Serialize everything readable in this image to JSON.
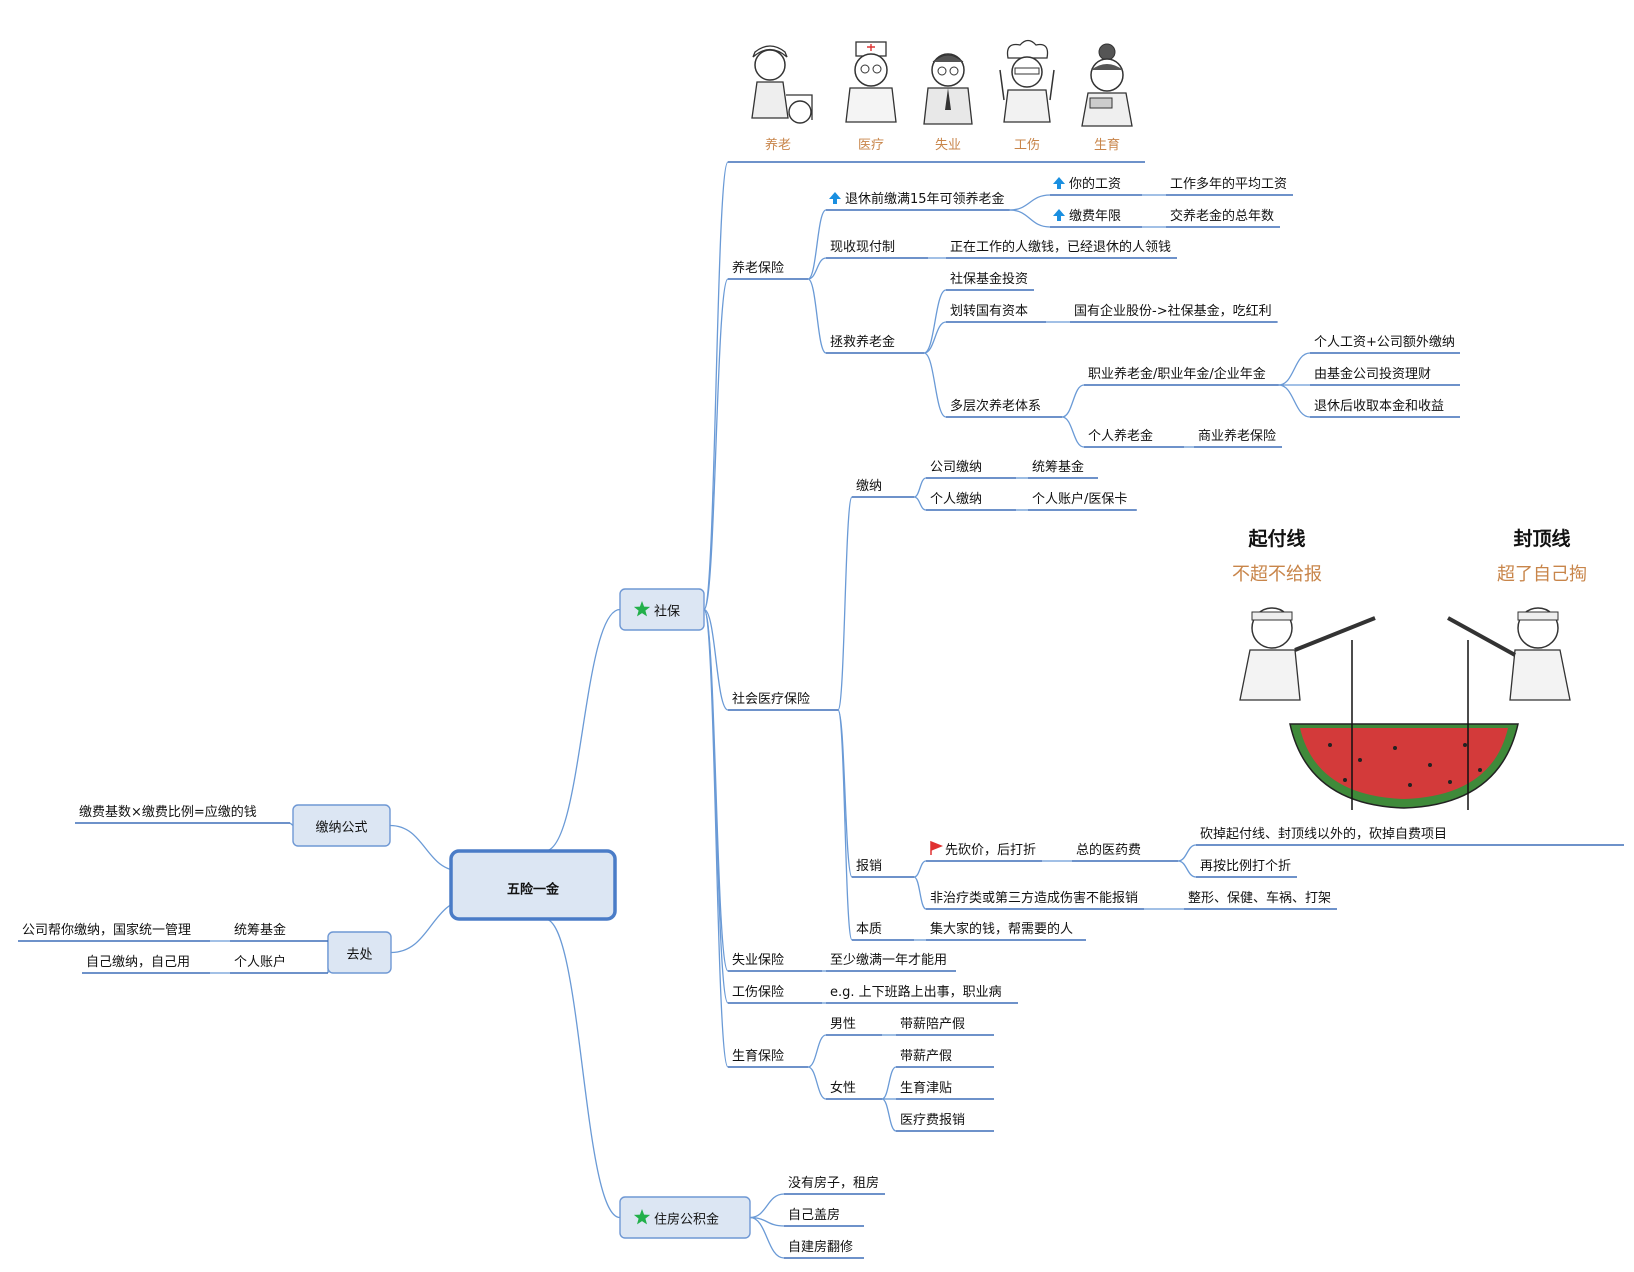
{
  "root": "五险一金",
  "formula_topic": {
    "label": "缴纳公式",
    "child": "缴费基数×缴费比例=应缴的钱"
  },
  "dest_topic": {
    "label": "去处",
    "items": [
      {
        "label": "统筹基金",
        "child": "公司帮你缴纳，国家统一管理"
      },
      {
        "label": "个人账户",
        "child": "自己缴纳，自己用"
      }
    ]
  },
  "shebao": {
    "label": "社保",
    "cartoon_labels": [
      "养老",
      "医疗",
      "失业",
      "工伤",
      "生育"
    ],
    "pension": {
      "label": "养老保险",
      "retire": {
        "label": "退休前缴满15年可领养老金",
        "items": [
          {
            "label": "你的工资",
            "child": "工作多年的平均工资"
          },
          {
            "label": "缴费年限",
            "child": "交养老金的总年数"
          }
        ]
      },
      "paygo": {
        "label": "现收现付制",
        "child": "正在工作的人缴钱，已经退休的人领钱"
      },
      "rescue": {
        "label": "拯救养老金",
        "fund_invest": "社保基金投资",
        "transfer": {
          "label": "划转国有资本",
          "child": "国有企业股份->社保基金，吃红利"
        },
        "multi": {
          "label": "多层次养老体系",
          "occupational": {
            "label": "职业养老金/职业年金/企业年金",
            "items": [
              "个人工资+公司额外缴纳",
              "由基金公司投资理财",
              "退休后收取本金和收益"
            ]
          },
          "personal": {
            "label": "个人养老金",
            "child": "商业养老保险"
          }
        }
      }
    },
    "medical": {
      "label": "社会医疗保险",
      "pay": {
        "label": "缴纳",
        "items": [
          {
            "label": "公司缴纳",
            "child": "统筹基金"
          },
          {
            "label": "个人缴纳",
            "child": "个人账户/医保卡"
          }
        ]
      },
      "illustration": {
        "start_title": "起付线",
        "start_sub": "不超不给报",
        "cap_title": "封顶线",
        "cap_sub": "超了自己掏"
      },
      "reimburse": {
        "label": "报销",
        "cut": {
          "label": "先砍价，后打折",
          "child": "总的医药费",
          "items": [
            "砍掉起付线、封顶线以外的，砍掉自费项目",
            "再按比例打个折"
          ]
        },
        "excluded": {
          "label": "非治疗类或第三方造成伤害不能报销",
          "child": "整形、保健、车祸、打架"
        }
      },
      "essence": {
        "label": "本质",
        "child": "集大家的钱，帮需要的人"
      }
    },
    "unemployment": {
      "label": "失业保险",
      "child": "至少缴满一年才能用"
    },
    "injury": {
      "label": "工伤保险",
      "child": "e.g. 上下班路上出事，职业病"
    },
    "maternity": {
      "label": "生育保险",
      "male": {
        "label": "男性",
        "items": [
          "带薪陪产假"
        ]
      },
      "female": {
        "label": "女性",
        "items": [
          "带薪产假",
          "生育津贴",
          "医疗费报销"
        ]
      }
    }
  },
  "housing": {
    "label": "住房公积金",
    "items": [
      "没有房子，租房",
      "自己盖房",
      "自建房翻修"
    ]
  },
  "colors": {
    "line": "#3f6fb8",
    "link": "#6a9ad6",
    "box_fill": "#dce6f3",
    "box_stroke": "#6f98d4",
    "star": "#22b04a",
    "arrow": "#1a8fe0",
    "flag": "#e03030",
    "orange": "#c8854a"
  }
}
